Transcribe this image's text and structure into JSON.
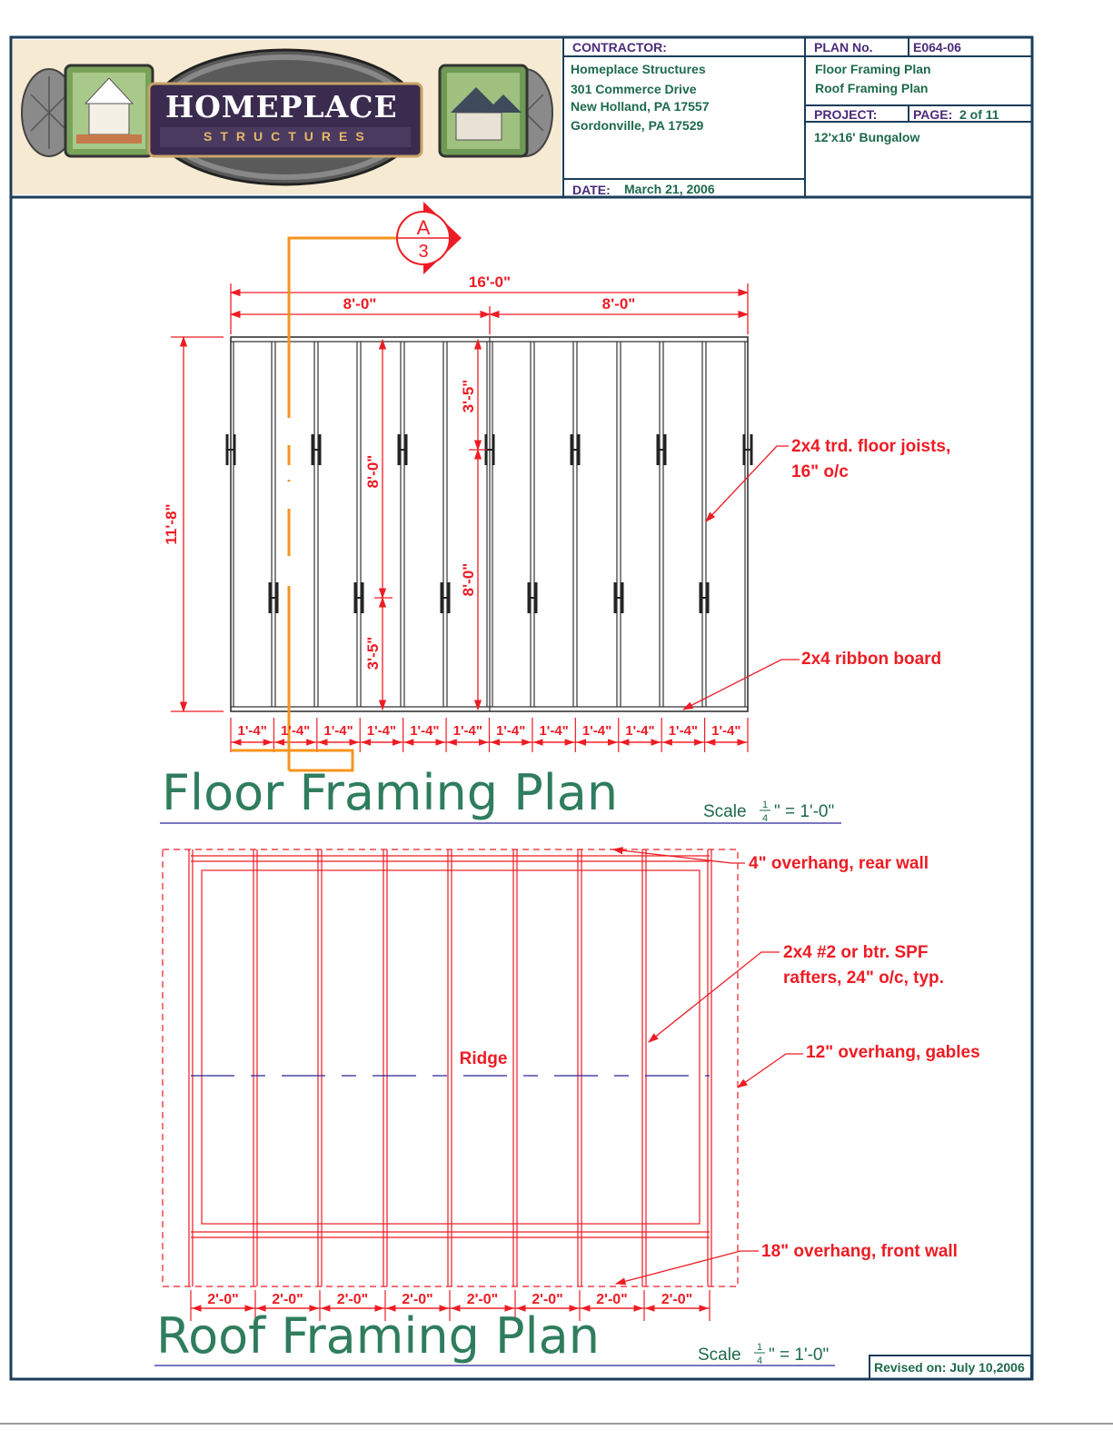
{
  "title_block": {
    "contractor_label": "CONTRACTOR:",
    "contractor_lines": [
      "Homeplace Structures",
      "301 Commerce Drive",
      "New Holland, PA 17557",
      "Gordonville, PA 17529"
    ],
    "date_label": "DATE:",
    "date_value": "March 21, 2006",
    "plan_no_label": "PLAN No.",
    "plan_no_value": "E064-06",
    "plan_titles": [
      "Floor Framing Plan",
      "Roof Framing Plan"
    ],
    "project_label": "PROJECT:",
    "page_label": "PAGE:",
    "page_value": "2 of 11",
    "project_value": "12'x16' Bungalow",
    "revised": "Revised on: July 10,2006"
  },
  "logo": {
    "word": "HOMEPLACE",
    "sub": "STRUCTURES"
  },
  "section_marker": {
    "letter": "A",
    "sheet": "3"
  },
  "floor_plan": {
    "title": "Floor Framing Plan",
    "scale_prefix": "Scale",
    "scale_num": "1",
    "scale_den": "4",
    "scale_suffix": "\" = 1'-0\"",
    "overall_width": "16'-0\"",
    "half_widths": [
      "8'-0\"",
      "8'-0\""
    ],
    "overall_depth": "11'-8\"",
    "joist_dims_left": [
      "8'-0\"",
      "3'-5\""
    ],
    "joist_dims_right": [
      "3'-5\"",
      "8'-0\""
    ],
    "bay_spacing": [
      "1'-4\"",
      "1'-4\"",
      "1'-4\"",
      "1'-4\"",
      "1'-4\"",
      "1'-4\"",
      "1'-4\"",
      "1'-4\"",
      "1'-4\"",
      "1'-4\"",
      "1'-4\"",
      "1'-4\""
    ],
    "callouts": {
      "joists_line1": "2x4 trd. floor joists,",
      "joists_line2": "16\" o/c",
      "ribbon": "2x4 ribbon board"
    }
  },
  "roof_plan": {
    "title": "Roof Framing Plan",
    "scale_prefix": "Scale",
    "scale_num": "1",
    "scale_den": "4",
    "scale_suffix": "\" = 1'-0\"",
    "ridge_label": "Ridge",
    "rafter_spacing": [
      "2'-0\"",
      "2'-0\"",
      "2'-0\"",
      "2'-0\"",
      "2'-0\"",
      "2'-0\"",
      "2'-0\"",
      "2'-0\""
    ],
    "callouts": {
      "rear": "4\" overhang, rear wall",
      "rafters_line1": "2x4 #2 or btr. SPF",
      "rafters_line2": "rafters, 24\" o/c, typ.",
      "gables": "12\" overhang, gables",
      "front": "18\" overhang, front wall"
    }
  },
  "colors": {
    "border": "#1b3d5a",
    "red": "#ed1c24",
    "joist": "#333333",
    "orange": "#f7941d",
    "green": "#2f7d5d",
    "purple": "#4b2a7a",
    "ridge_blue": "#27259a"
  }
}
